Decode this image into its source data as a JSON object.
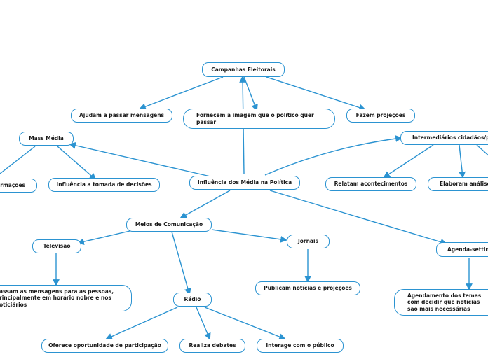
{
  "diagram": {
    "accent_color": "#2b93d1",
    "text_color": "#1a1a1a",
    "nodes": {
      "campanhas": "Campanhas Eleitorais",
      "ajudam": "Ajudam a passar mensagens",
      "fornecem": "Fornecem a imagem que o político quer passar",
      "fazem": "Fazem projeções",
      "mass_media": "Mass Média",
      "intermediarios": "Intermediários cidadãos/po",
      "informacoes": "formações",
      "influencia_tomada": "Influência a tomada de decisões",
      "central": "Influência dos Média na Política",
      "relatam": "Relatam acontecimentos",
      "elaboram": "Elaboram análises",
      "meios": "Meios de Comunicação",
      "televisao": "Televisão",
      "jornais": "Jornais",
      "agenda": "Agenda-setting",
      "passam": "assam as mensagens para as pessoas, rincipalmente em horário nobre e nos oticiários",
      "radio": "Rádio",
      "publicam": "Publicam notícias e projeções",
      "agendamento": "Agendamento dos temas com decidir que notícias são mais necessárias",
      "oferece": "Oferece oportunidade de participação",
      "realiza": "Realiza debates",
      "interage": "Interage com o público"
    }
  }
}
